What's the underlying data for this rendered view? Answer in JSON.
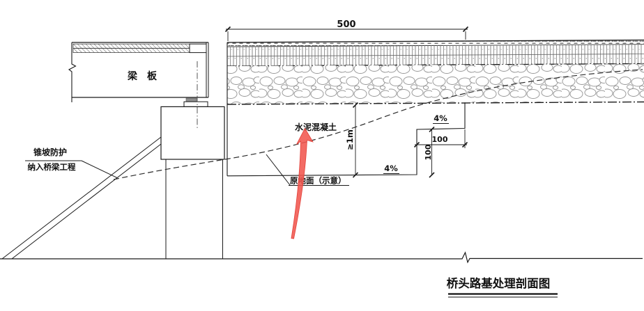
{
  "drawing": {
    "title": "桥头路基处理剖面图",
    "labels": {
      "beam_slab": "梁　板",
      "cement_concrete": "水泥混凝土",
      "cone_protection_line1": "锥坡防护",
      "cone_protection_line2": "纳入桥梁工程",
      "original_ground": "原地面（示意）"
    },
    "dimensions": {
      "width_500": "500",
      "depth_min": "≥1m",
      "step_width_100": "100",
      "step_height_100": "100",
      "slope_upper": "4%",
      "slope_lower": "4%"
    },
    "colors": {
      "line": "#1a1a1a",
      "annotation_arrow": "#f1564e",
      "stone_outline": "#9b9b9b"
    }
  }
}
